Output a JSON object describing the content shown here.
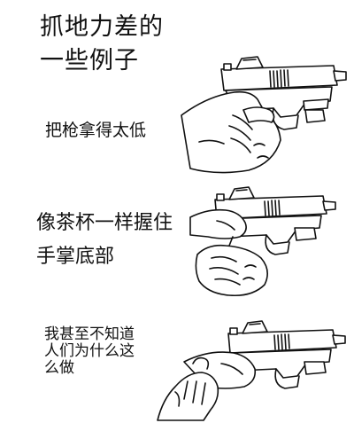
{
  "title_lines": [
    "抓地力差的",
    "一些例子"
  ],
  "examples": [
    {
      "caption_lines": [
        "把枪拿得太低"
      ]
    },
    {
      "caption_lines": [
        "像茶杯一样握住",
        "手掌底部"
      ]
    },
    {
      "caption_lines": [
        "我甚至不知道",
        "人们为什么这",
        "么做"
      ]
    }
  ]
}
